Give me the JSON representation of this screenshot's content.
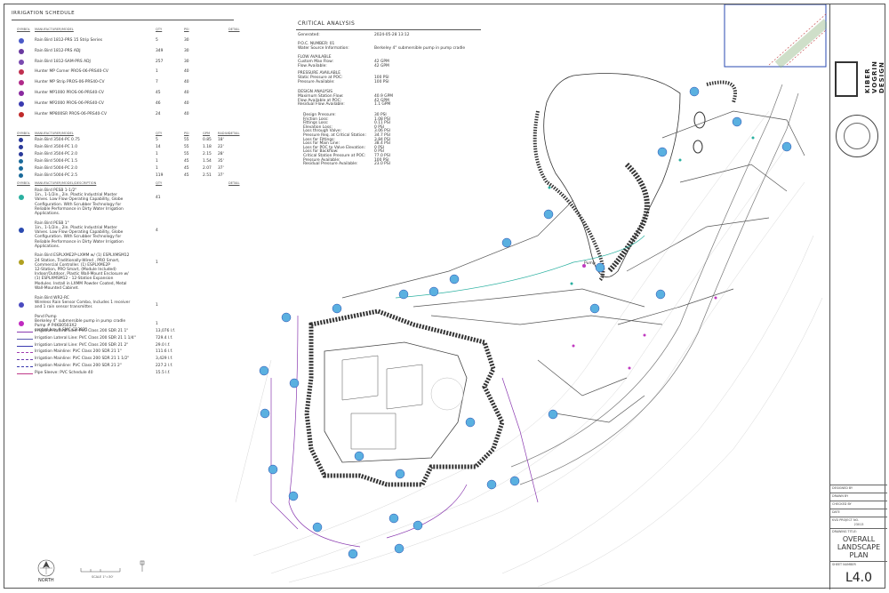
{
  "schedule": {
    "title": "IRRIGATION SCHEDULE",
    "header1": {
      "symbol": "SYMBOL",
      "manufacturer": "MANUFACTURER/MODEL",
      "qty": "QTY",
      "psi": "PSI",
      "detail": "DETAIL"
    },
    "group1": [
      {
        "model": "Rain Bird 1812-PRS 15 Strip Series",
        "qty": "5",
        "psi": "30",
        "color": "#4a5ac8"
      },
      {
        "model": "Rain Bird 1812-PRS ADJ",
        "qty": "349",
        "psi": "30",
        "color": "#6a3aa0"
      },
      {
        "model": "Rain Bird 1812-SAM-PRS ADJ",
        "qty": "257",
        "psi": "30",
        "color": "#7a4ab0"
      },
      {
        "model": "Hunter MP Corner PROS-06-PRS40-CV",
        "qty": "1",
        "psi": "40",
        "color": "#c03050"
      },
      {
        "model": "Hunter MP Strip PROS-06-PRS40-CV",
        "qty": "7",
        "psi": "40",
        "color": "#b02a8a"
      },
      {
        "model": "Hunter MP1000 PROS-06-PRS40-CV",
        "qty": "45",
        "psi": "40",
        "color": "#8a2aa0"
      },
      {
        "model": "Hunter MP2000 PROS-06-PRS40-CV",
        "qty": "46",
        "psi": "40",
        "color": "#3a3ab0"
      },
      {
        "model": "Hunter MP800SR PROS-06-PRS40-CV",
        "qty": "24",
        "psi": "40",
        "color": "#c02a2a"
      }
    ],
    "header2": {
      "symbol": "SYMBOL",
      "manufacturer": "MANUFACTURER/MODEL",
      "qty": "QTY",
      "psi": "PSI",
      "gpm": "GPM",
      "radius": "RADIUS",
      "detail": "DETAIL"
    },
    "group2": [
      {
        "model": "Rain Bird 3504-PC 0.75",
        "qty": "5",
        "psi": "55",
        "gpm": "0.85",
        "radius": "18'",
        "color": "#2a3a9a"
      },
      {
        "model": "Rain Bird 3504-PC 1.0",
        "qty": "14",
        "psi": "55",
        "gpm": "1.18",
        "radius": "22'",
        "color": "#2a3a9a"
      },
      {
        "model": "Rain Bird 3504-PC 2.0",
        "qty": "1",
        "psi": "55",
        "gpm": "2.15",
        "radius": "28'",
        "color": "#2a3a9a"
      },
      {
        "model": "Rain Bird 5004-PC 1.5",
        "qty": "1",
        "psi": "45",
        "gpm": "1.54",
        "radius": "35'",
        "color": "#1a6a9a"
      },
      {
        "model": "Rain Bird 5004-PC 2.0",
        "qty": "1",
        "psi": "45",
        "gpm": "2.07",
        "radius": "37'",
        "color": "#1a6a9a"
      },
      {
        "model": "Rain Bird 5004-PC 2.5",
        "qty": "119",
        "psi": "45",
        "gpm": "2.51",
        "radius": "37'",
        "color": "#1a6a9a"
      }
    ],
    "header3": {
      "symbol": "SYMBOL",
      "description": "MANUFACTURER/MODEL/DESCRIPTION",
      "qty": "QTY",
      "detail": "DETAIL"
    },
    "group3": [
      {
        "lines": [
          "Rain Bird PESB 1-1/2\"",
          "1in., 1-1/2in., 2in. Plastic Industrial Master",
          "Valves.  Low Flow Operating Capability, Globe",
          "Configuration. With Scrubber Technology for",
          "Reliable Performance in Dirty Water Irrigation",
          "Applications."
        ],
        "qty": "41",
        "color": "#2ab0a0"
      },
      {
        "lines": [
          "Rain Bird PESB 1\"",
          "1in., 1-1/2in., 2in. Plastic Industrial Master",
          "Valves.  Low Flow Operating Capability, Globe",
          "Configuration. With Scrubber Technology for",
          "Reliable Performance in Dirty Water Irrigation",
          "Applications."
        ],
        "qty": "4",
        "color": "#2a4ab0"
      },
      {
        "lines": [
          "Rain Bird ESPLXME2P-LXMM w/ (1) ESPLXMSM12",
          "24 Station, Traditionally-Wired , PRO Smart,",
          "Commercial Controller. (1) ESPLXME2P",
          "12-Station, PRO Smart, (Module Included)",
          "Indoor/Outdoor, Plastic Wall-Mount Enclosure w/",
          "(1) ESPLXMSM12 - 12-Station Expansion",
          "Modules.  Install in LXMM Powder Coated, Metal",
          "Wall-Mounted Cabinet."
        ],
        "qty": "1",
        "color": "#b0a020"
      },
      {
        "lines": [
          "Rain Bird WR2-RC",
          "Wireless Rain Sensor Combo, Includes 1 receiver",
          "and 1 rain sensor transmitter."
        ],
        "qty": "1",
        "color": "#4a4ac0"
      },
      {
        "lines": [
          "Pond Pump",
          "Berkeley 4\" submersible pump in pump cradle",
          "Pump # P4KB0503X2",
          "control box # SMC-CR3021"
        ],
        "qty": "1",
        "color": "#c02ac0",
        "label": "Pump"
      }
    ],
    "group4": [
      {
        "model": "Irrigation Lateral Line: PVC Class 200 SDR 21 1\"",
        "qty": "13,076 l.f.",
        "color": "#8a3ab0",
        "dash": "solid"
      },
      {
        "model": "Irrigation Lateral Line: PVC Class 200 SDR 21 1 1/4\"",
        "qty": "729.4 l.f.",
        "color": "#5a5ab0",
        "dash": "solid"
      },
      {
        "model": "Irrigation Lateral Line: PVC Class 200 SDR 21 2\"",
        "qty": "29.0 l.f.",
        "color": "#3a3ab0",
        "dash": "solid"
      },
      {
        "model": "Irrigation Mainline: PVC Class 200 SDR 21 1\"",
        "qty": "111.6 l.f.",
        "color": "#a03ab0",
        "dash": "dashed"
      },
      {
        "model": "Irrigation Mainline: PVC Class 200 SDR 21 1 1/2\"",
        "qty": "3,429 l.f.",
        "color": "#6a3ab0",
        "dash": "dashed"
      },
      {
        "model": "Irrigation Mainline: PVC Class 200 SDR 21 2\"",
        "qty": "227.2 l.f.",
        "color": "#3a3ab0",
        "dash": "dashed"
      },
      {
        "model": "Pipe Sleeve: PVC Schedule 40",
        "qty": "15.5 l.f.",
        "color": "#c03a8a",
        "dash": "solid"
      }
    ]
  },
  "critical": {
    "title": "CRITICAL ANALYSIS",
    "generated_label": "Generated:",
    "generated_value": "2024-05-28 13:12",
    "poc_label": "P.O.C. NUMBER: 01",
    "source_label": "Water Source Information:",
    "source_value": "Berkeley 4\" submersible pump in pump cradle",
    "flow_title": "FLOW AVAILABLE",
    "rows1": [
      [
        "Custom Max Flow:",
        "42 GPM"
      ],
      [
        "Flow Available:",
        "42 GPM"
      ]
    ],
    "pressure_title": "PRESSURE AVAILABLE",
    "rows2": [
      [
        "Static Pressure at POC:",
        "100 PSI"
      ],
      [
        "Pressure Available:",
        "100 PSI"
      ]
    ],
    "design_title": "DESIGN ANALYSIS",
    "rows3": [
      [
        "Maximum Station Flow:",
        "40.9 GPM"
      ],
      [
        "Flow Available at POC:",
        "42 GPM"
      ],
      [
        "Residual Flow Available:",
        "1.1 GPM"
      ]
    ],
    "rows4": [
      [
        "Design Pressure:",
        "30 PSI"
      ],
      [
        "Friction Loss:",
        "1.08 PSI"
      ],
      [
        "Fittings Loss:",
        "0.11 PSI"
      ],
      [
        "Elevation Loss:",
        "0 PSI"
      ],
      [
        "Loss through Valve:",
        "3.06 PSI"
      ],
      [
        "Pressure Req. at Critical Station:",
        "34.7 PSI"
      ],
      [
        "Loss for Fittings:",
        "3.84 PSI"
      ],
      [
        "Loss for Main Line:",
        "38.4 PSI"
      ],
      [
        "Loss for POC to Valve Elevation:",
        "0 PSI"
      ],
      [
        "Loss for Backflow:",
        "0 PSI"
      ],
      [
        "Critical Station Pressure at POC:",
        "77.0 PSI"
      ],
      [
        "Pressure Available:",
        "100 PSI"
      ],
      [
        "Residual Pressure Available:",
        "23.0 PSI"
      ]
    ]
  },
  "legend": {
    "north": "NORTH",
    "scale": "SCALE 1\"=30'",
    "pump_label": "Pump"
  },
  "titleblock": {
    "firm": "KIBER VOGRIN DESIGN",
    "designed_by": "DESIGNED BY",
    "drawn_by": "DRAWN BY",
    "checked_by": "CHECKED BY",
    "date": "DATE",
    "project_no_label": "KVD PROJECT NO.",
    "project_no": "23013",
    "drawing_title_label": "DRAWING TITLE:",
    "drawing_title_1": "OVERALL",
    "drawing_title_2": "LANDSCAPE",
    "drawing_title_3": "PLAN",
    "sheet_label": "SHEET NUMBER",
    "sheet": "L4.0"
  }
}
